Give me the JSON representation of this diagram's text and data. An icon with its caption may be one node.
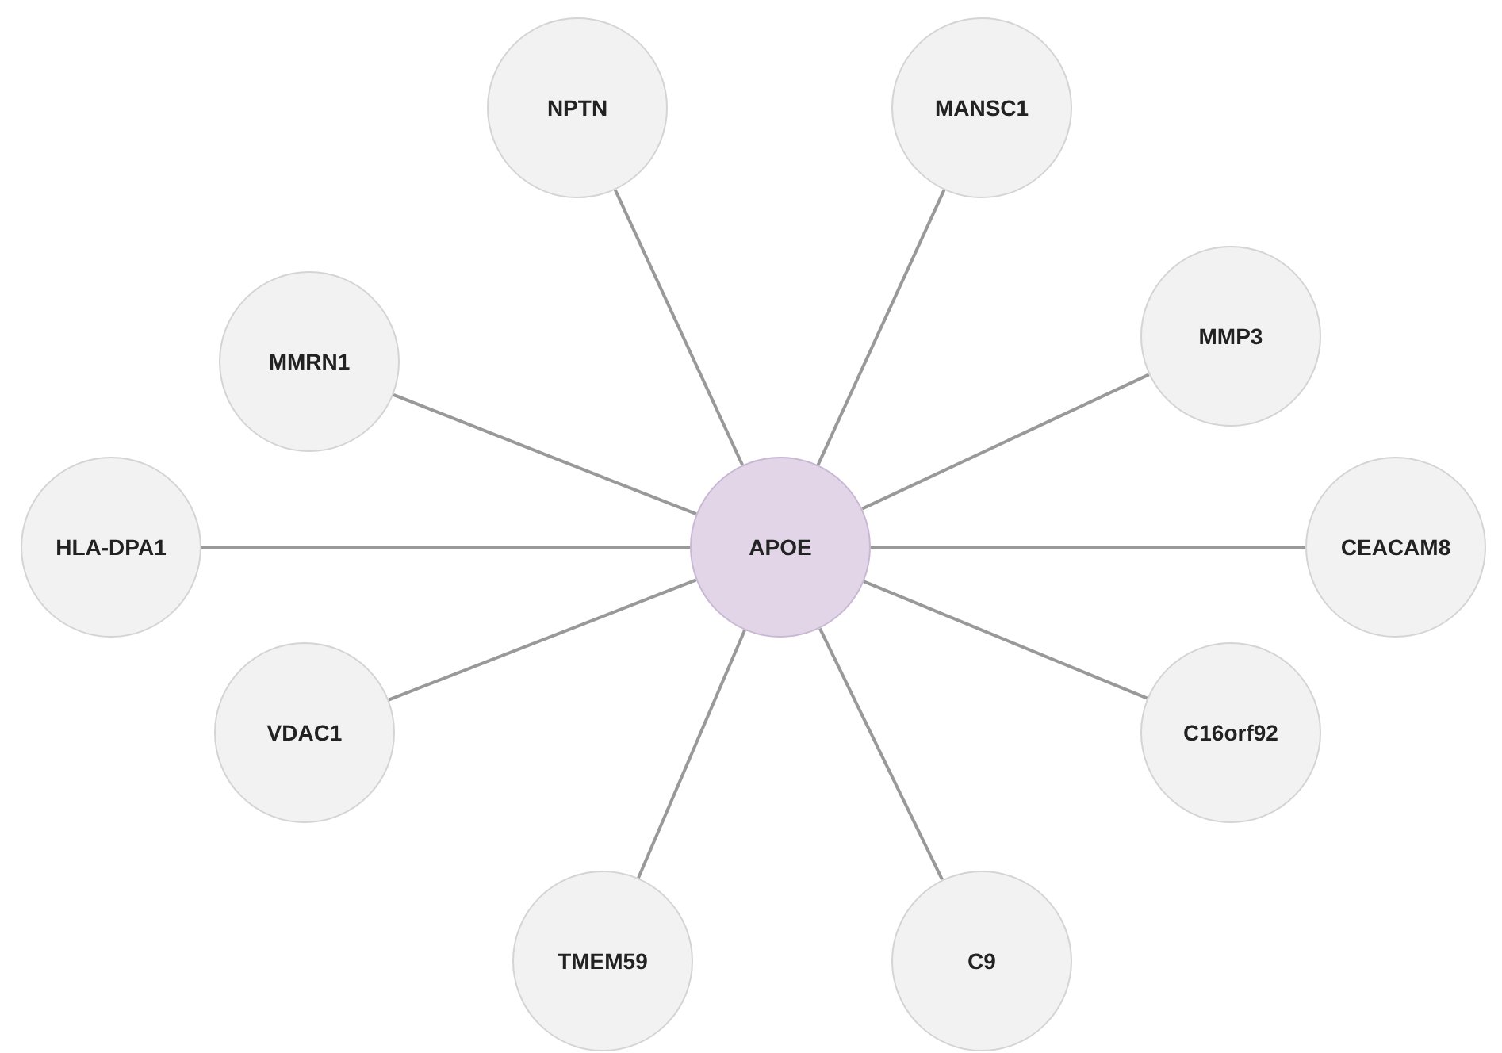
{
  "diagram": {
    "nodes": [
      {
        "text": [
          "NPTN"
        ]
      },
      {
        "text": [
          "MANSC1"
        ]
      },
      {
        "text": [
          "MMRN1"
        ]
      },
      {
        "text": [
          "MMP3"
        ]
      },
      {
        "text": [
          "HLA-DPA1"
        ]
      },
      {
        "text": [
          "APOE"
        ]
      },
      {
        "text": [
          "CEACAM8"
        ]
      },
      {
        "text": [
          "VDAC1"
        ]
      },
      {
        "text": [
          "C16orf92"
        ]
      },
      {
        "text": [
          "TMEM59"
        ]
      },
      {
        "text": [
          "C9"
        ]
      }
    ],
    "edges": [
      {
        "from": 5,
        "to": 0,
        "arrow": "none"
      },
      {
        "from": 5,
        "to": 1,
        "arrow": "none"
      },
      {
        "from": 5,
        "to": 2,
        "arrow": "none"
      },
      {
        "from": 5,
        "to": 3,
        "arrow": "none"
      },
      {
        "from": 5,
        "to": 4,
        "arrow": "none"
      },
      {
        "from": 5,
        "to": 6,
        "arrow": "none"
      },
      {
        "from": 5,
        "to": 7,
        "arrow": "none"
      },
      {
        "from": 5,
        "to": 8,
        "arrow": "none"
      },
      {
        "from": 5,
        "to": 9,
        "arrow": "none"
      },
      {
        "from": 5,
        "to": 10,
        "arrow": "none"
      }
    ]
  }
}
